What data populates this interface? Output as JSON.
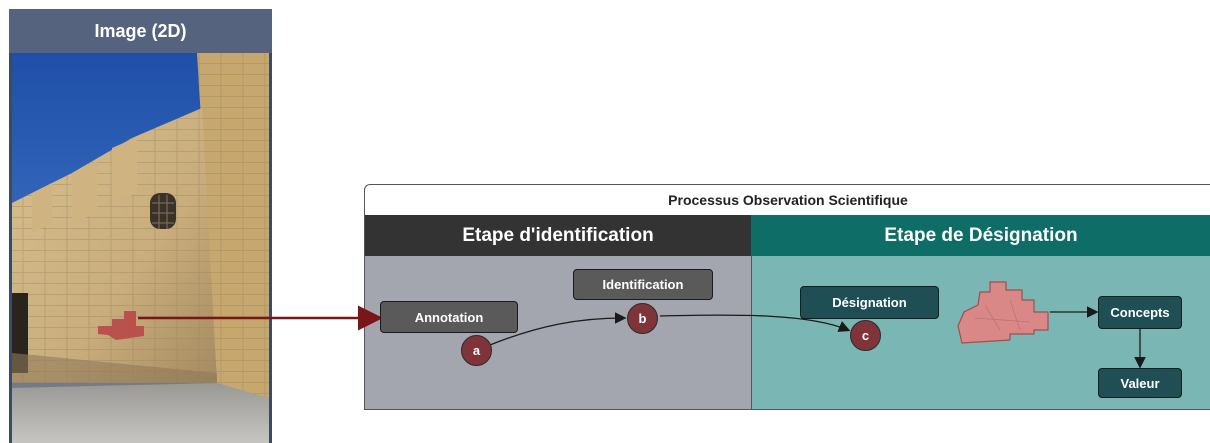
{
  "image_panel": {
    "title": "Image (2D)"
  },
  "process": {
    "title": "Processus Observation Scientifique",
    "stage_identification": "Etape d'identification",
    "stage_designation": "Etape de Désignation"
  },
  "nodes": {
    "annotation": "Annotation",
    "identification": "Identification",
    "designation": "Désignation",
    "concepts": "Concepts",
    "valeur": "Valeur"
  },
  "markers": {
    "a": "a",
    "b": "b",
    "c": "c"
  },
  "colors": {
    "image_header": "#55637e",
    "stage_identification": "#333333",
    "stage_designation": "#0e6e67",
    "body_identification": "#a4a6af",
    "body_designation": "#7ab6b3",
    "marker": "#7e3438",
    "link_arrow": "#7b1618"
  }
}
